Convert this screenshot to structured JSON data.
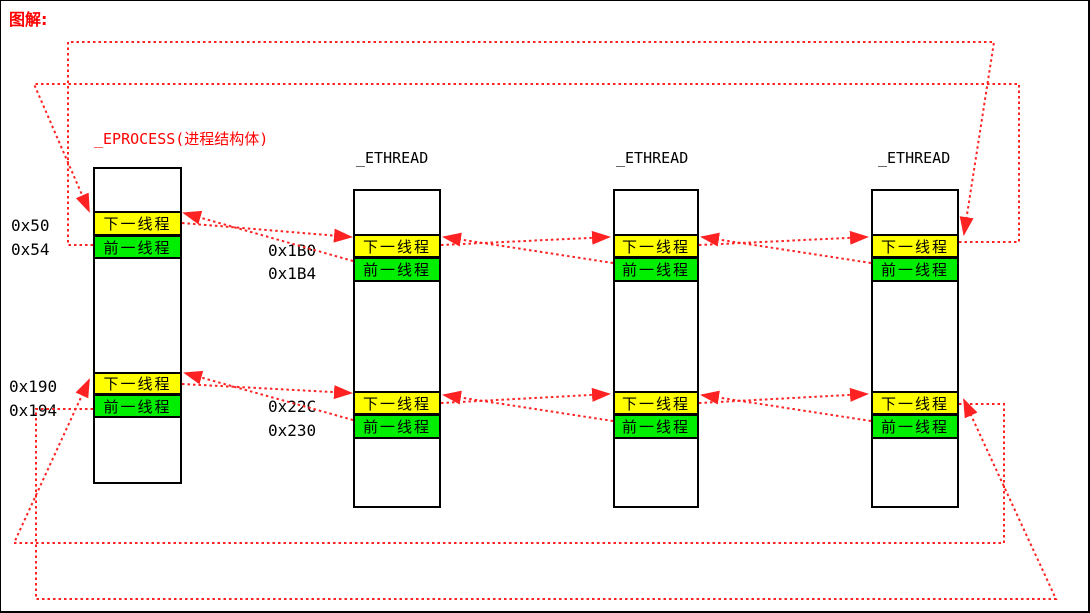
{
  "title": "图解:",
  "colors": {
    "line_red": "#ff2222",
    "label_red": "#ff0000",
    "next_bg": "#ffff00",
    "prev_bg": "#00ee00",
    "box_border": "#000000",
    "page_bg": "#ffffff"
  },
  "cells": {
    "next": "下一线程",
    "prev": "前一线程"
  },
  "eprocess": {
    "label": "_EPROCESS(进程结构体)",
    "offsets": {
      "next1": "0x50",
      "prev1": "0x54",
      "next2": "0x190",
      "prev2": "0x194"
    }
  },
  "ethread": {
    "label": "_ETHREAD",
    "offsets": {
      "next1": "0x1B0",
      "prev1": "0x1B4",
      "next2": "0x22C",
      "prev2": "0x230"
    }
  }
}
